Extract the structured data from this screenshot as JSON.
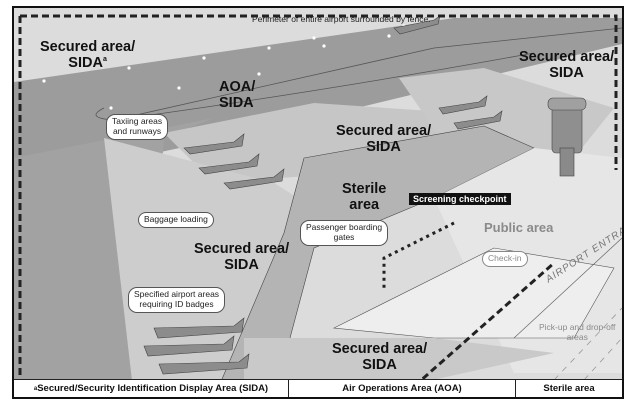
{
  "diagram": {
    "title_note": "Perimeter of entire airport surrounded by fence.",
    "zones": {
      "secured_top_left": {
        "line1": "Secured area/",
        "line2": "SIDA",
        "footnote_mark": "a"
      },
      "aoa_sida": {
        "line1": "AOA/",
        "line2": "SIDA"
      },
      "secured_top_right": {
        "line1": "Secured area/",
        "line2": "SIDA"
      },
      "secured_center": {
        "line1": "Secured area/",
        "line2": "SIDA"
      },
      "sterile": {
        "line1": "Sterile",
        "line2": "area"
      },
      "secured_left": {
        "line1": "Secured area/",
        "line2": "SIDA"
      },
      "secured_bottom": {
        "line1": "Secured area/",
        "line2": "SIDA"
      },
      "public": {
        "label": "Public area"
      }
    },
    "callouts": {
      "taxiing": {
        "line1": "Taxiing areas",
        "line2": "and runways"
      },
      "baggage": {
        "label": "Baggage loading"
      },
      "boarding": {
        "line1": "Passenger boarding",
        "line2": "gates"
      },
      "id_badges": {
        "line1": "Specified airport areas",
        "line2": "requiring ID badges"
      },
      "checkin": {
        "label": "Check-in"
      },
      "pickup": {
        "line1": "Pick-up and drop-off",
        "line2": "areas"
      }
    },
    "checkpoint_label": "Screening checkpoint",
    "entrance_label": "AIRPORT ENTRANCE",
    "legend": [
      {
        "mark": "a",
        "text": "Secured/Security Identification Display Area (SIDA)"
      },
      {
        "text": "Air Operations Area (AOA)"
      },
      {
        "text": "Sterile area"
      }
    ],
    "colors": {
      "runway": "#9a9a9a",
      "apron": "#c4c4c4",
      "ground": "#dcdcdc",
      "terminal": "#e8e8e8",
      "aircraft": "#8c8c8c",
      "fence": "#222222"
    }
  }
}
